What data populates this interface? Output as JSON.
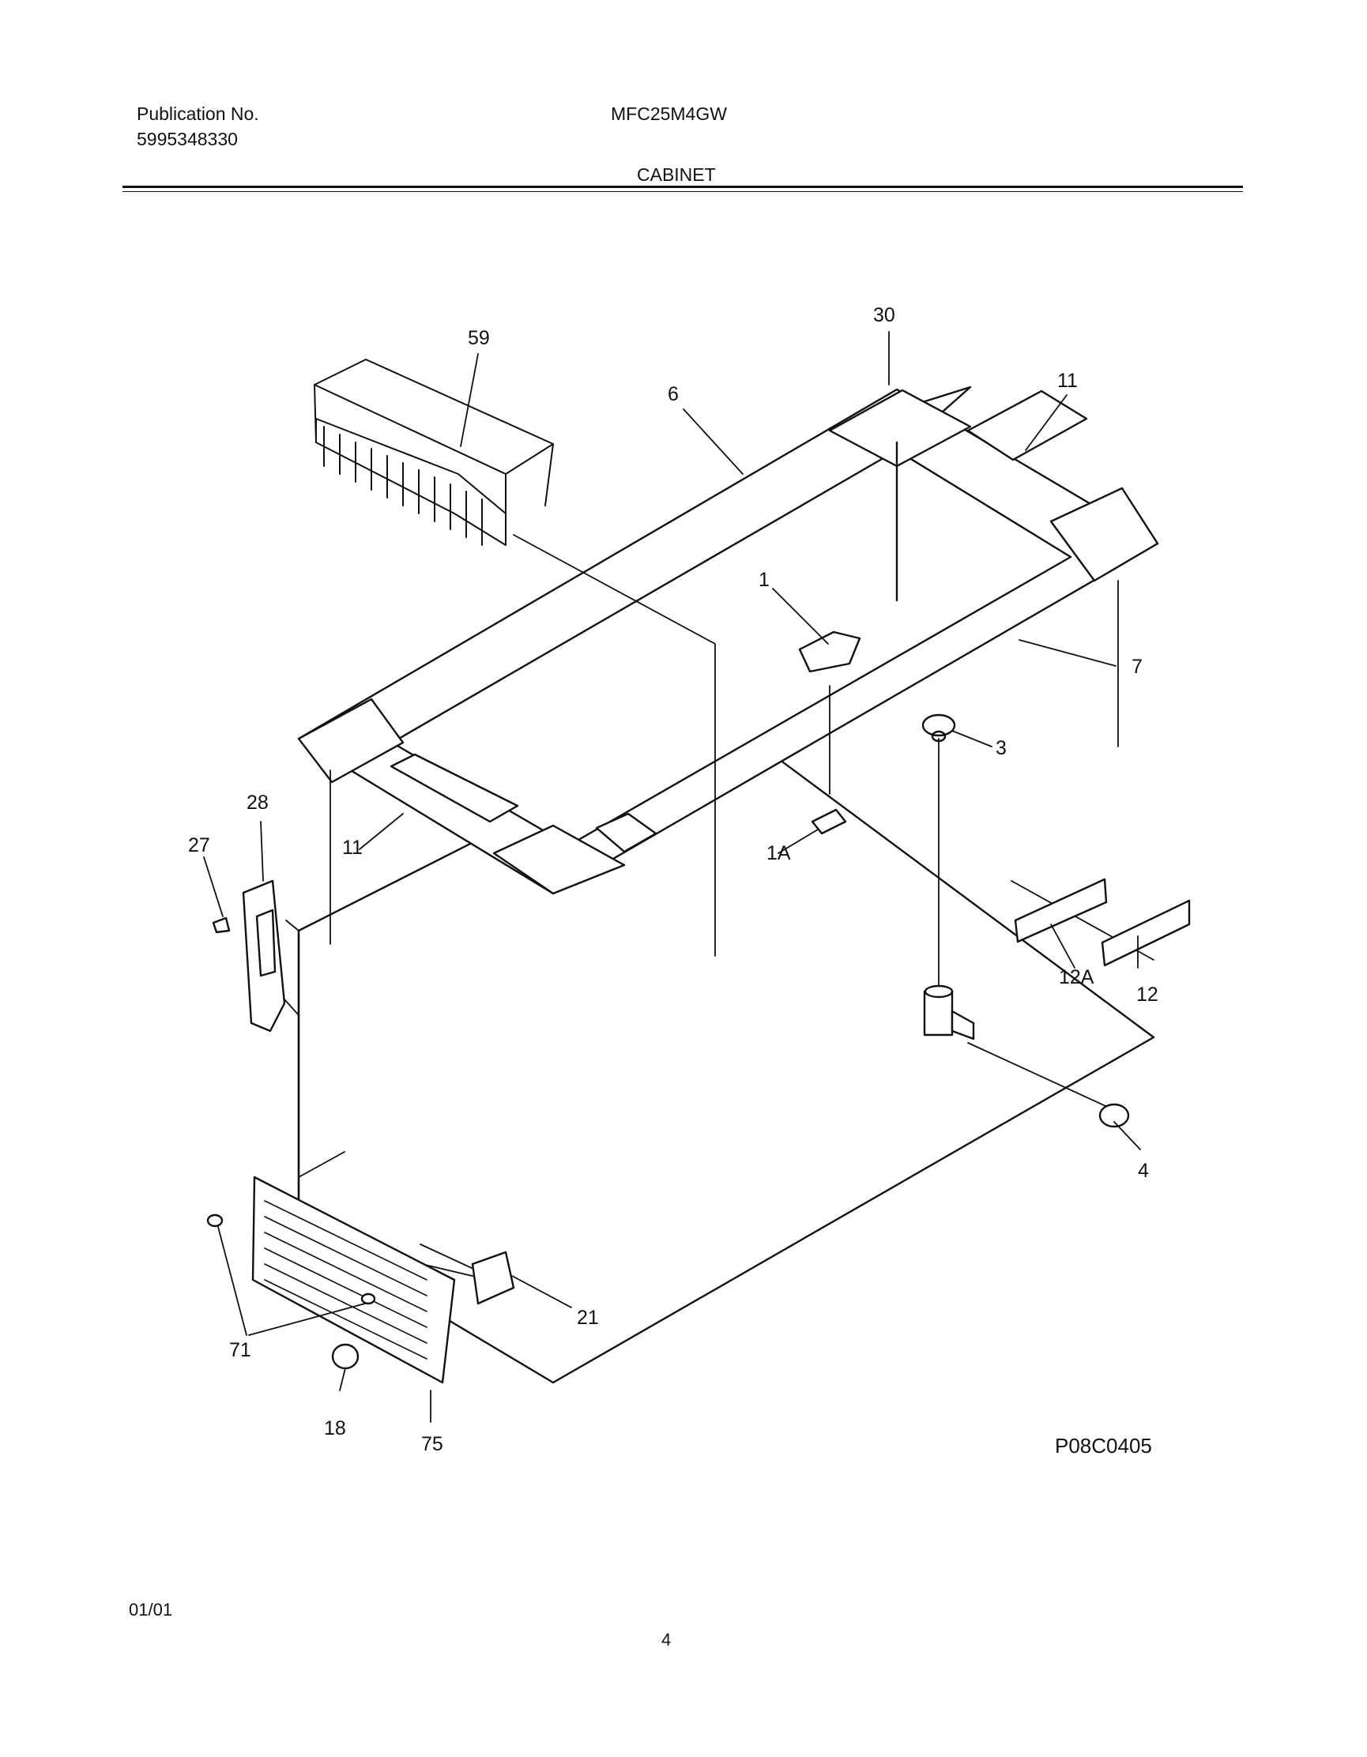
{
  "header": {
    "publication_label": "Publication No.",
    "publication_number": "5995348330",
    "model": "MFC25M4GW",
    "section": "CABINET"
  },
  "callouts": {
    "c59": "59",
    "c30": "30",
    "c6": "6",
    "c11_top": "11",
    "c1": "1",
    "c7": "7",
    "c3": "3",
    "c28": "28",
    "c27": "27",
    "c11_left": "11",
    "c1A": "1A",
    "c12A": "12A",
    "c12": "12",
    "c4": "4",
    "c21": "21",
    "c71": "71",
    "c18": "18",
    "c75": "75"
  },
  "footer": {
    "diagram_code": "P08C0405",
    "date": "01/01",
    "page_number": "4"
  }
}
